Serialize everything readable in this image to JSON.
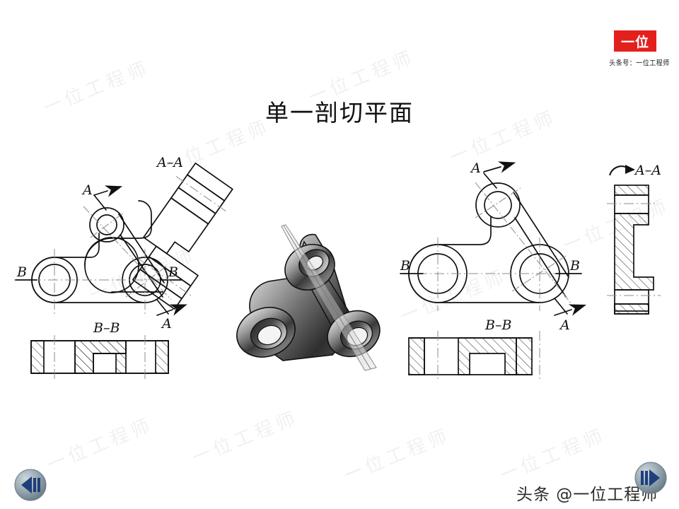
{
  "slide": {
    "title": "单一剖切平面",
    "background_color": "#ffffff"
  },
  "logo": {
    "mark_text": "一位",
    "mark_color": "#e3201c",
    "caption": "头条号：一位工程师"
  },
  "brand_bottom": {
    "text": "头条 @一位工程师"
  },
  "watermark": {
    "text": "一位工程师",
    "color": "#000000",
    "opacity": "0.055"
  },
  "nav": {
    "prev_label": "previous-slide",
    "next_label": "next-slide",
    "button_color": "#2d4f86"
  },
  "drawings": {
    "left_view": {
      "name": "左视图-主视图",
      "section_label_a_top": "A",
      "section_label_a_bottom": "A",
      "section_label_b_left": "B",
      "section_label_b_right": "B"
    },
    "left_aa_section": {
      "name": "A-A 斜剖视图",
      "label": "A–A"
    },
    "left_bb_section": {
      "name": "B-B 剖视图",
      "label": "B–B"
    },
    "model_3d": {
      "name": "三维模型与剖切平面",
      "description": "三孔支架立体图"
    },
    "right_view": {
      "name": "右视图-主视图",
      "section_label_a_top": "A",
      "section_label_a_bottom": "A",
      "section_label_b_left": "B",
      "section_label_b_right": "B"
    },
    "right_aa_section": {
      "name": "A-A 旋转剖视图",
      "label": "A–A",
      "rotation_symbol": "rotation-arrow-icon"
    },
    "right_bb_section": {
      "name": "B-B 剖视图",
      "label": "B–B"
    }
  }
}
